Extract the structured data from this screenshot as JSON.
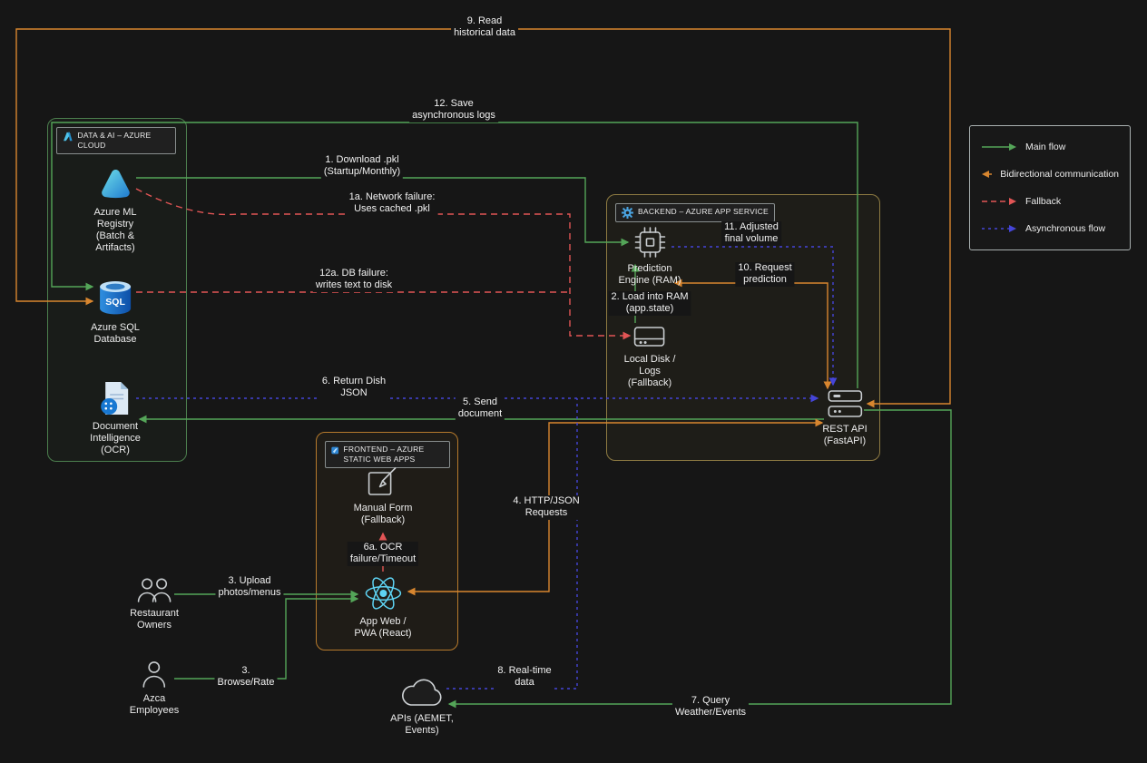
{
  "colors": {
    "background": "#161616",
    "main_flow": "#54a558",
    "bidirectional": "#d8862f",
    "fallback": "#e25555",
    "async_flow": "#4545d8",
    "dataai_border": "#4c7f4e",
    "backend_border": "#8e7b42",
    "frontend_border": "#b67a2c"
  },
  "containers": {
    "data_ai": {
      "title": "DATA & AI – AZURE CLOUD"
    },
    "backend": {
      "title": "BACKEND – AZURE APP SERVICE"
    },
    "frontend": {
      "title": "FRONTEND – AZURE STATIC WEB APPS"
    }
  },
  "nodes": {
    "ml": {
      "label": "Azure ML\nRegistry\n(Batch &\nArtifacts)"
    },
    "sql": {
      "label": "Azure SQL\nDatabase",
      "icon_text": "SQL"
    },
    "di": {
      "label": "Document\nIntelligence\n(OCR)"
    },
    "engine": {
      "label": "Prediction\nEngine (RAM)"
    },
    "disk": {
      "label": "Local Disk /\nLogs\n(Fallback)"
    },
    "api": {
      "label": "REST API\n(FastAPI)"
    },
    "form": {
      "label": "Manual Form\n(Fallback)"
    },
    "react": {
      "label": "App Web /\nPWA (React)"
    }
  },
  "actors": {
    "owners": {
      "label": "Restaurant\nOwners"
    },
    "employees": {
      "label": "Azca\nEmployees"
    },
    "apis": {
      "label": "APIs (AEMET,\nEvents)"
    }
  },
  "flows": {
    "f1": {
      "label": "1. Download .pkl\n(Startup/Monthly)",
      "type": "main"
    },
    "f1a": {
      "label": "1a. Network failure:\nUses cached .pkl",
      "type": "fallback"
    },
    "f2": {
      "label": "2. Load into RAM\n(app.state)",
      "type": "main"
    },
    "f3": {
      "label": "3. Upload\nphotos/menus",
      "type": "main"
    },
    "f3b": {
      "label": "3.\nBrowse/Rate",
      "type": "main"
    },
    "f4": {
      "label": "4. HTTP/JSON\nRequests",
      "type": "bidirectional"
    },
    "f5": {
      "label": "5. Send\ndocument",
      "type": "main"
    },
    "f6": {
      "label": "6. Return Dish\nJSON",
      "type": "async"
    },
    "f6a": {
      "label": "6a. OCR\nfailure/Timeout",
      "type": "fallback"
    },
    "f7": {
      "label": "7. Query\nWeather/Events",
      "type": "main"
    },
    "f8": {
      "label": "8. Real-time\ndata",
      "type": "async"
    },
    "f9": {
      "label": "9. Read\nhistorical data",
      "type": "bidirectional"
    },
    "f10": {
      "label": "10. Request\nprediction",
      "type": "bidirectional"
    },
    "f11": {
      "label": "11. Adjusted\nfinal volume",
      "type": "async"
    },
    "f12": {
      "label": "12. Save\nasynchronous logs",
      "type": "main"
    },
    "f12a": {
      "label": "12a. DB failure:\nwrites text to disk",
      "type": "fallback"
    }
  },
  "legend": {
    "items": [
      {
        "label": "Main flow",
        "color": "#54a558",
        "style": "solid"
      },
      {
        "label": "Bidirectional communication",
        "color": "#d8862f",
        "style": "solid-double"
      },
      {
        "label": "Fallback",
        "color": "#e25555",
        "style": "dashed"
      },
      {
        "label": "Asynchronous flow",
        "color": "#4545d8",
        "style": "dashed"
      }
    ]
  }
}
